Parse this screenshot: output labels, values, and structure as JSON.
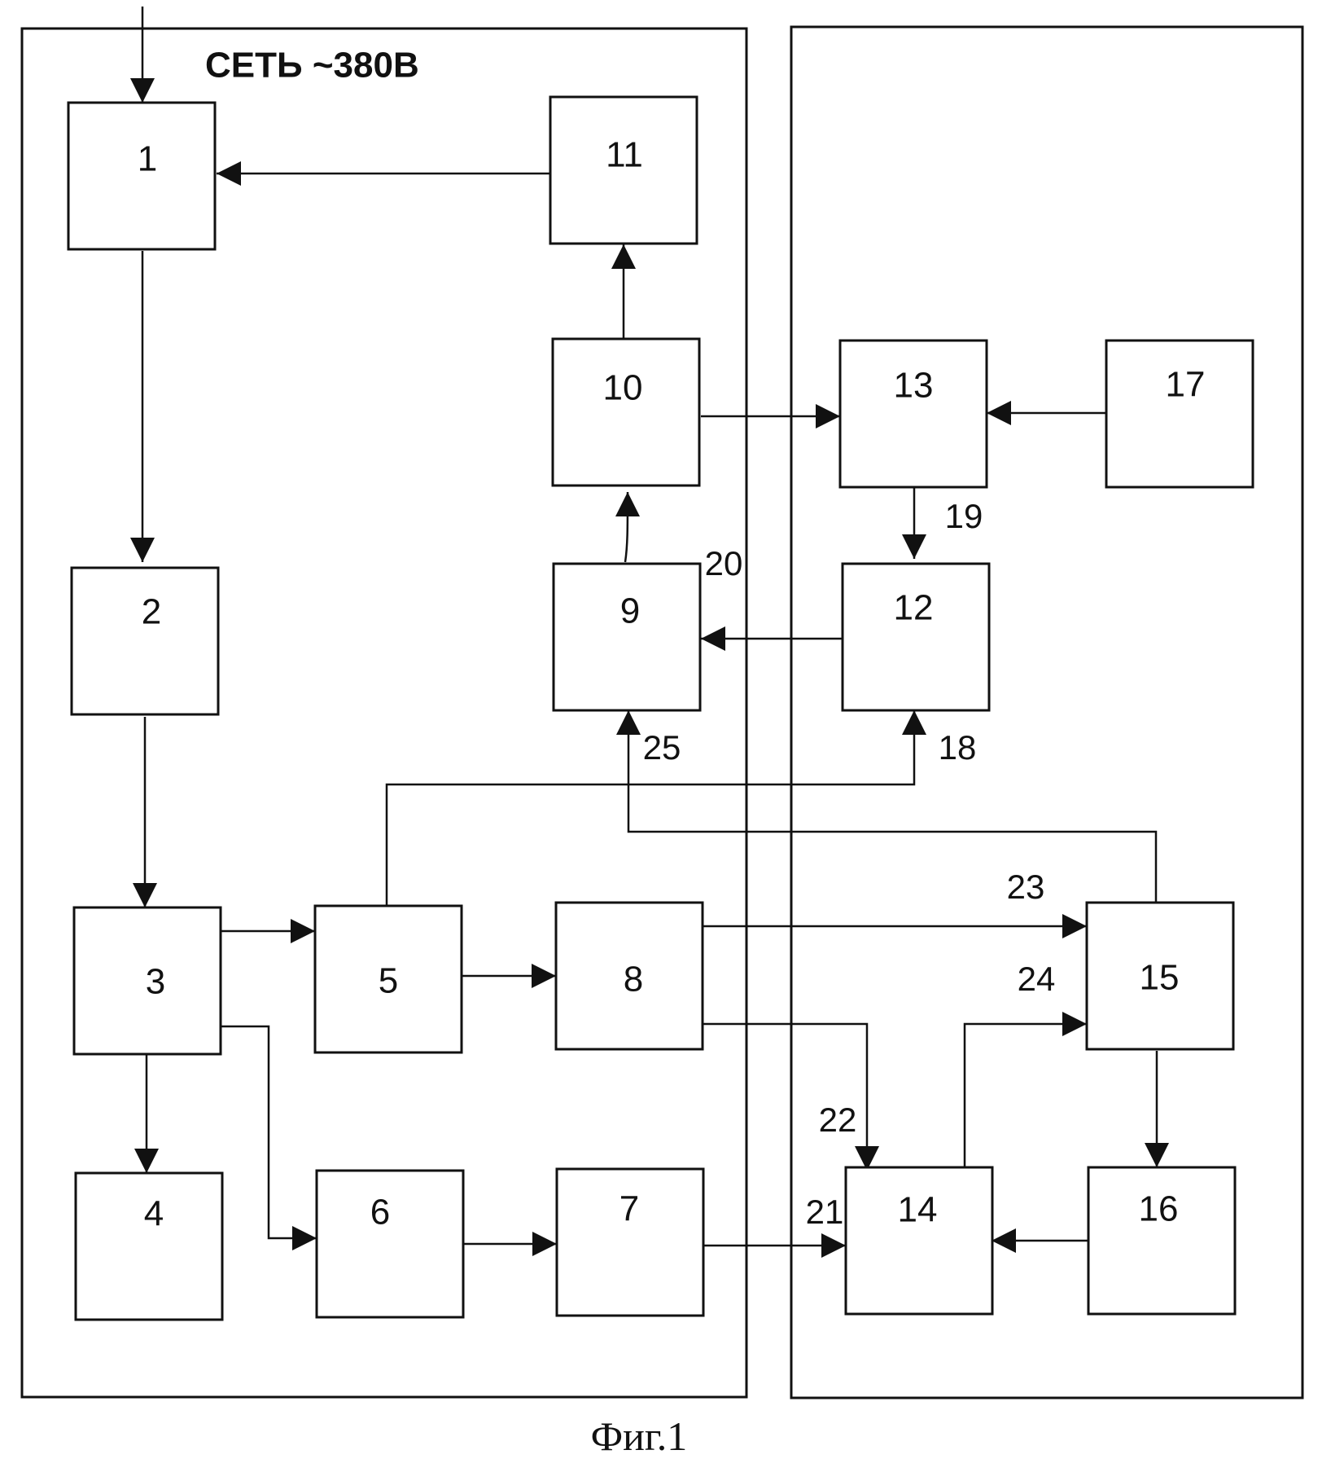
{
  "network_label": "СЕТЬ ~380В",
  "caption": "Фиг.1",
  "blocks": {
    "b1": "1",
    "b2": "2",
    "b3": "3",
    "b4": "4",
    "b5": "5",
    "b6": "6",
    "b7": "7",
    "b8": "8",
    "b9": "9",
    "b10": "10",
    "b11": "11",
    "b12": "12",
    "b13": "13",
    "b14": "14",
    "b15": "15",
    "b16": "16",
    "b17": "17"
  },
  "connection_labels": {
    "l18": "18",
    "l19": "19",
    "l20": "20",
    "l21": "21",
    "l22": "22",
    "l23": "23",
    "l24": "24",
    "l25": "25"
  }
}
